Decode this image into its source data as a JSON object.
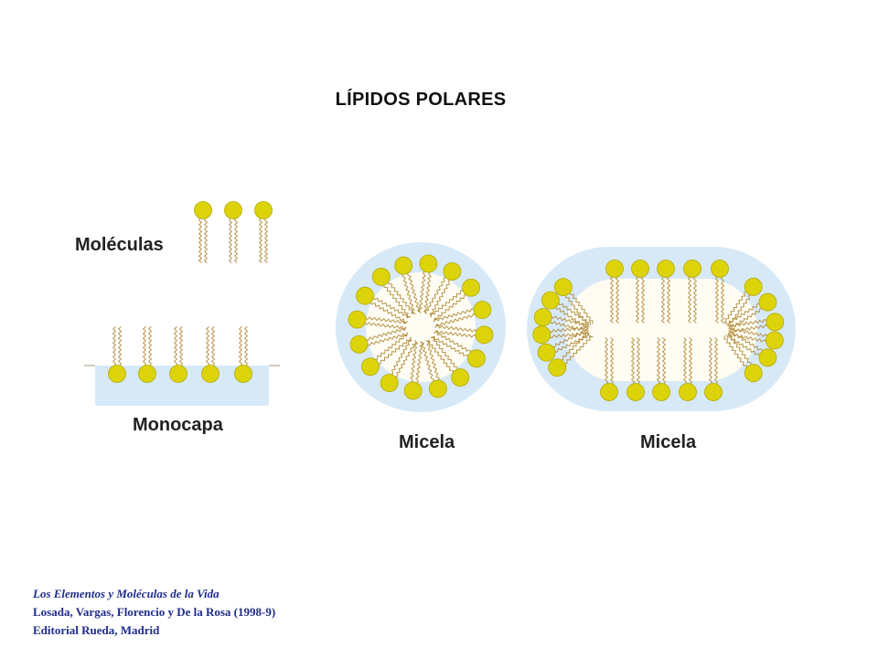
{
  "title": "LÍPIDOS  POLARES",
  "labels": {
    "molecules": "Moléculas",
    "monolayer": "Monocapa",
    "micelle_round": "Micela",
    "micelle_elongated": "Micela"
  },
  "credits": {
    "book": "Los Elementos y Moléculas de la Vida",
    "authors": "Losada, Vargas, Florencio y De la Rosa (1998-9)",
    "publisher": "Editorial Rueda, Madrid"
  },
  "colors": {
    "head_fill": "#ddd30a",
    "head_stroke": "#b3aa00",
    "tail": "#b08a3c",
    "water": "#d7e9f7",
    "core": "#fffdf3",
    "credits_text": "#1f2d8a"
  }
}
